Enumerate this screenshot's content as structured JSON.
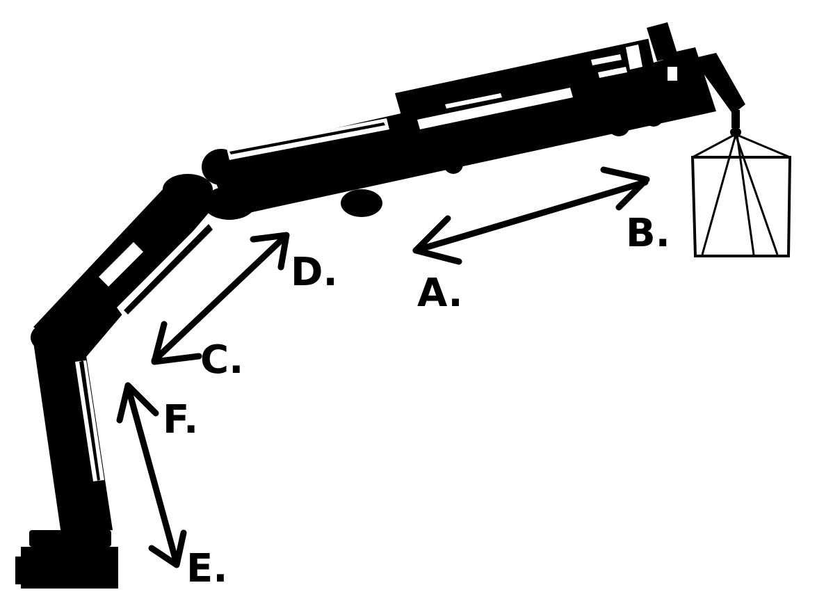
{
  "labels": {
    "a": "A.",
    "b": "B.",
    "c": "C.",
    "d": "D.",
    "e": "E.",
    "f": "F."
  },
  "colors": {
    "ink": "#000000",
    "background": "#ffffff"
  }
}
